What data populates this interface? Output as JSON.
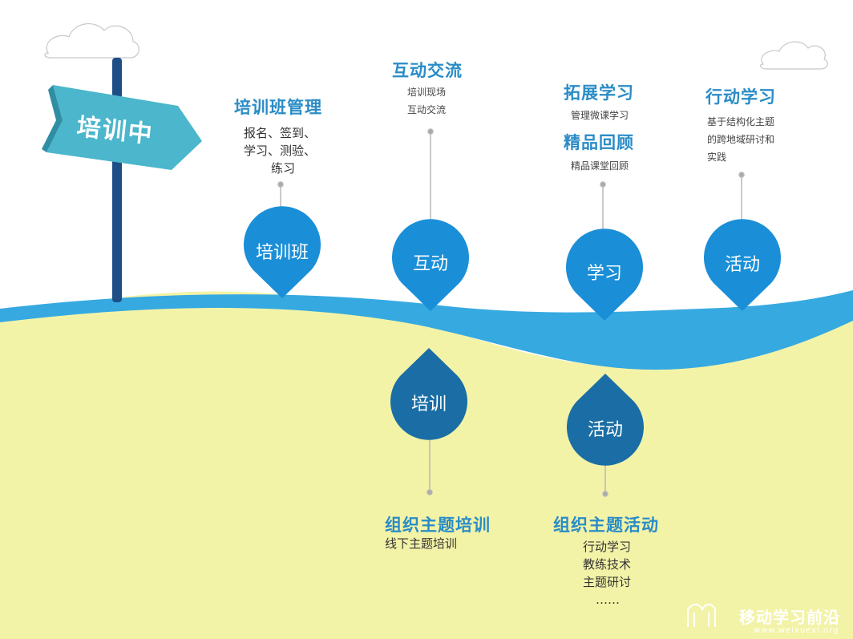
{
  "sign": {
    "label": "培训中"
  },
  "top_nodes": [
    {
      "pin": "培训班",
      "title": "培训班管理",
      "lines": [
        "报名、签到、",
        "学习、测验、",
        "练习"
      ]
    },
    {
      "pin": "互动",
      "title": "互动交流",
      "lines": [
        "培训现场",
        "互动交流"
      ]
    },
    {
      "pin": "学习",
      "title": "拓展学习",
      "lines": [
        "管理微课学习"
      ],
      "title2": "精品回顾",
      "lines2": [
        "精品课堂回顾"
      ]
    },
    {
      "pin": "活动",
      "title": "行动学习",
      "lines": [
        "基于结构化主题",
        "的跨地域研讨和",
        "实践"
      ]
    }
  ],
  "bottom_nodes": [
    {
      "pin": "培训",
      "title": "组织主题培训",
      "lines": [
        "线下主题培训"
      ]
    },
    {
      "pin": "活动",
      "title": "组织主题活动",
      "lines": [
        "行动学习",
        "教练技术",
        "主题研讨",
        "……"
      ]
    }
  ],
  "watermark": {
    "cn": "移动学习前沿",
    "en": "www.weixuexi.org"
  },
  "colors": {
    "pin": "#1a8fd8",
    "pin_dark": "#1a6ea5",
    "wave": "#36a9e1",
    "ground": "#f3f3a8",
    "sign": "#4bb6cc",
    "pole": "#1d4f86"
  }
}
